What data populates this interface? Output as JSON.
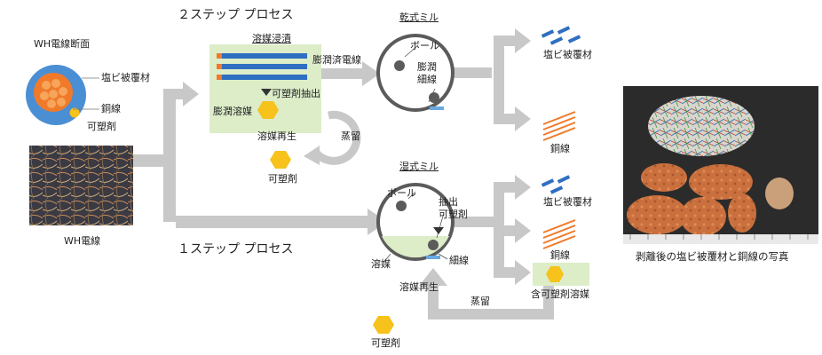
{
  "labels": {
    "two_step_title": "２ステップ プロセス",
    "one_step_title": "１ステップ プロセス",
    "wh_cross_section": "WH電線断面",
    "pvc_sheath_cs": "塩ビ被覆材",
    "copper_cs": "銅線",
    "plasticizer_cs": "可塑剤",
    "wh_wire": "WH電線",
    "solvent_immersion": "溶媒浸漬",
    "plasticizer_extraction": "可塑剤抽出",
    "swollen_solvent": "膨潤溶媒",
    "swollen_wire": "膨潤済電線",
    "solvent_regen_top": "溶媒再生",
    "distillation_top": "蒸留",
    "plasticizer_top": "可塑剤",
    "dry_mill": "乾式ミル",
    "ball_dry": "ボール",
    "swollen_fine": "膨潤",
    "fine_wire_dry": "細線",
    "pvc_out_top": "塩ビ被覆材",
    "copper_out_top": "銅線",
    "wet_mill": "湿式ミル",
    "ball_wet": "ボール",
    "extraction_wet": "抽出",
    "plasticizer_wet": "可塑剤",
    "fine_wire_wet": "細線",
    "solvent_wet": "溶媒",
    "solvent_regen_bottom": "溶媒再生",
    "distillation_bottom": "蒸留",
    "plasticizer_bottom": "可塑剤",
    "pvc_out_bottom": "塩ビ被覆材",
    "copper_out_bottom": "銅線",
    "plasticizer_solvent_out": "含可塑剤溶媒",
    "photo_caption": "剥離後の塩ビ被覆材と銅線の写真"
  },
  "colors": {
    "arrow": "#c8c8c8",
    "panel": "#dcedc8",
    "pvc": "#2f6fc2",
    "copper": "#f07a2a",
    "plasticizer": "#f6c21b",
    "cable_blue": "#4a8fd4",
    "mill_ring": "#5b5b5b"
  }
}
